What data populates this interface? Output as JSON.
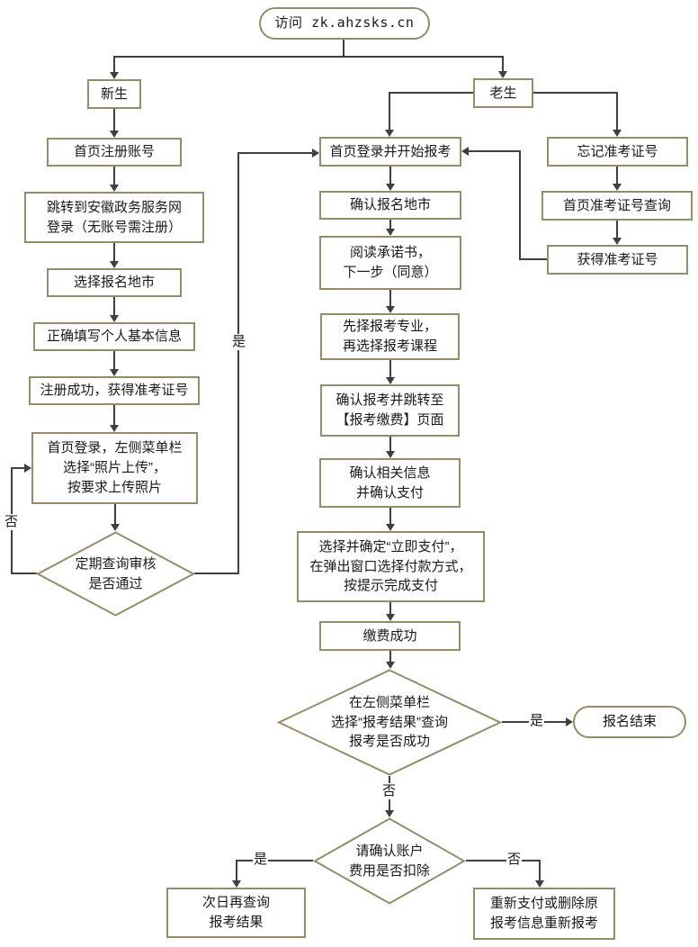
{
  "colors": {
    "node_border": "#958c68",
    "connector": "#3f3f3f",
    "text": "#1a1a1a",
    "background": "#ffffff"
  },
  "labels": {
    "yes": "是",
    "no": "否"
  },
  "nodes": {
    "start": "访问 zk.ahzsks.cn",
    "new_student": "新生",
    "old_student": "老生",
    "reg_account": "首页注册账号",
    "gov_login": "跳转到安徽政务服务网\n登录（无账号需注册）",
    "choose_city": "选择报名地市",
    "fill_info": "正确填写个人基本信息",
    "reg_success": "注册成功，获得准考证号",
    "photo_upload": "首页登录，左侧菜单栏\n选择“照片上传”，\n按要求上传照片",
    "audit_check": "定期查询审核\n是否通过",
    "login_apply": "首页登录并开始报考",
    "confirm_city": "确认报名地市",
    "read_promise": "阅读承诺书，\n下一步（同意）",
    "choose_major": "先择报考专业，\n再选择报考课程",
    "confirm_jump": "确认报考并跳转至\n【报考缴费】页面",
    "confirm_info": "确认相关信息\n并确认支付",
    "pay_now": "选择并确定“立即支付”，\n在弹出窗口选择付款方式，\n按提示完成支付",
    "pay_success": "缴费成功",
    "result_check": "在左侧菜单栏\n选择“报考结果”查询\n报考是否成功",
    "finish": "报名结束",
    "fee_check": "请确认账户\n费用是否扣除",
    "query_next_day": "次日再查询\n报考结果",
    "repay": "重新支付或删除原\n报考信息重新报考",
    "forgot_id": "忘记准考证号",
    "query_id": "首页准考证号查询",
    "got_id": "获得准考证号"
  }
}
